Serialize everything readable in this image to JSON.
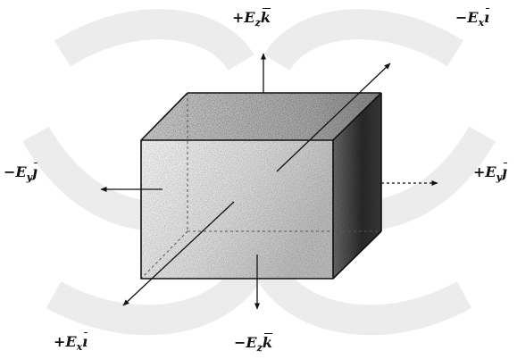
{
  "labels": {
    "pz": {
      "sign": "+",
      "sym": "E",
      "sub": "z",
      "unit": "k"
    },
    "nz": {
      "sign": "−",
      "sym": "E",
      "sub": "z",
      "unit": "k"
    },
    "px": {
      "sign": "+",
      "sym": "E",
      "sub": "x",
      "unit": "ı"
    },
    "nx": {
      "sign": "−",
      "sym": "E",
      "sub": "x",
      "unit": "ı"
    },
    "py": {
      "sign": "+",
      "sym": "E",
      "sub": "y",
      "unit": "ȷ"
    },
    "ny": {
      "sign": "−",
      "sym": "E",
      "sub": "y",
      "unit": "ȷ"
    }
  },
  "colors": {
    "ink": "#111111",
    "watermark": "#d9d9d9",
    "front_face": "#f2f2f2",
    "top_face": "#c9c9c9",
    "side_face": "#5a5a5a"
  }
}
